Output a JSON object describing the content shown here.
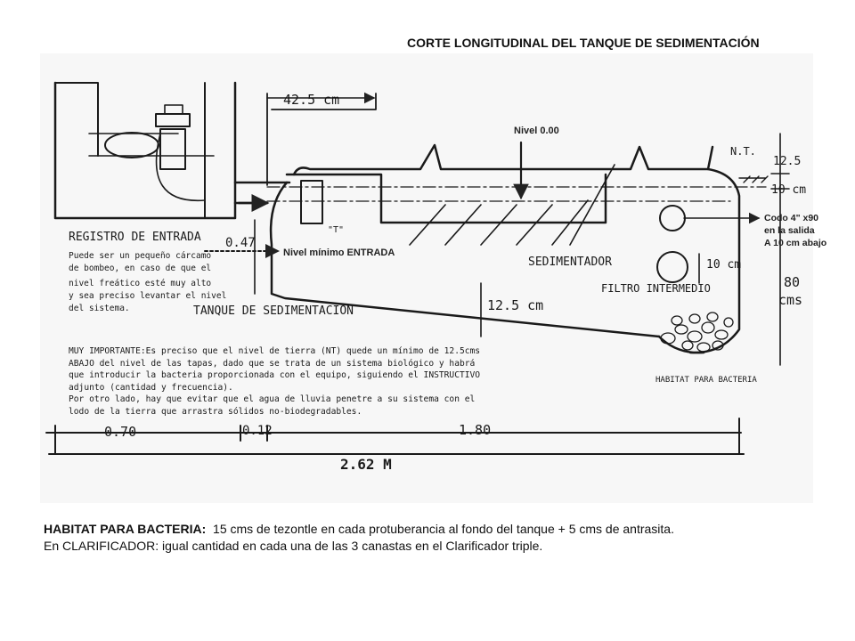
{
  "title": "CORTE LONGITUDINAL DEL TANQUE DE SEDIMENTACIÓN",
  "dimensions": {
    "top_width": "42.5 cm",
    "depth_left": "0.47",
    "gap_12_5_bottom": "12.5 cm",
    "gap_10_cm_inner": "10 cm",
    "right_12_5": "12.5",
    "right_10_cm": "10 cm",
    "right_80": "80",
    "right_cms": "cms",
    "length_070": "0.70",
    "length_012": "0.12",
    "length_180": "1.80",
    "total_length": "2.62 M"
  },
  "labels": {
    "registro": "REGISTRO DE ENTRADA",
    "registro_note": [
      "Puede ser un pequeño cárcamo",
      "de bombeo, en caso de que el",
      "nivel freático esté muy alto",
      "y sea preciso levantar el nivel",
      "del sistema."
    ],
    "tanque": "TANQUE DE SEDIMENTACION",
    "sedimentador": "SEDIMENTADOR",
    "filtro": "FILTRO INTERMEDIO",
    "habitat_small": "HABITAT PARA BACTERIA",
    "t_pipe": "\"T\"",
    "nt": "N.T.",
    "nivel_000": "Nivel 0.00",
    "nivel_minimo": "Nivel mínimo ENTRADA",
    "codo": [
      "Codo 4\" x90",
      "en la salida",
      "A 10 cm abajo"
    ]
  },
  "important_note": {
    "heading": "MUY IMPORTANTE:",
    "lines": [
      "Es preciso que el nivel de tierra (NT) quede un mínimo de 12.5cms",
      "ABAJO del nivel de las tapas, dado que se trata de un sistema biológico y habrá",
      "que introducir la bacteria proporcionada con el equipo, siguiendo el INSTRUCTIVO",
      "adjunto (cantidad y frecuencia).",
      "Por otro lado, hay que evitar que el agua de lluvia penetre a su sistema con el",
      "lodo de la tierra que arrastra sólidos no-biodegradables."
    ]
  },
  "caption": {
    "heading": "HABITAT PARA BACTERIA:",
    "line1": "15 cms de tezontle en cada protuberancia al fondo del tanque + 5 cms de antrasita.",
    "line2": "En CLARIFICADOR: igual cantidad en cada una de las 3 canastas en el Clarificador triple."
  },
  "icons": [
    "arrow-down-icon",
    "arrow-left-icon",
    "arrow-right-icon"
  ]
}
